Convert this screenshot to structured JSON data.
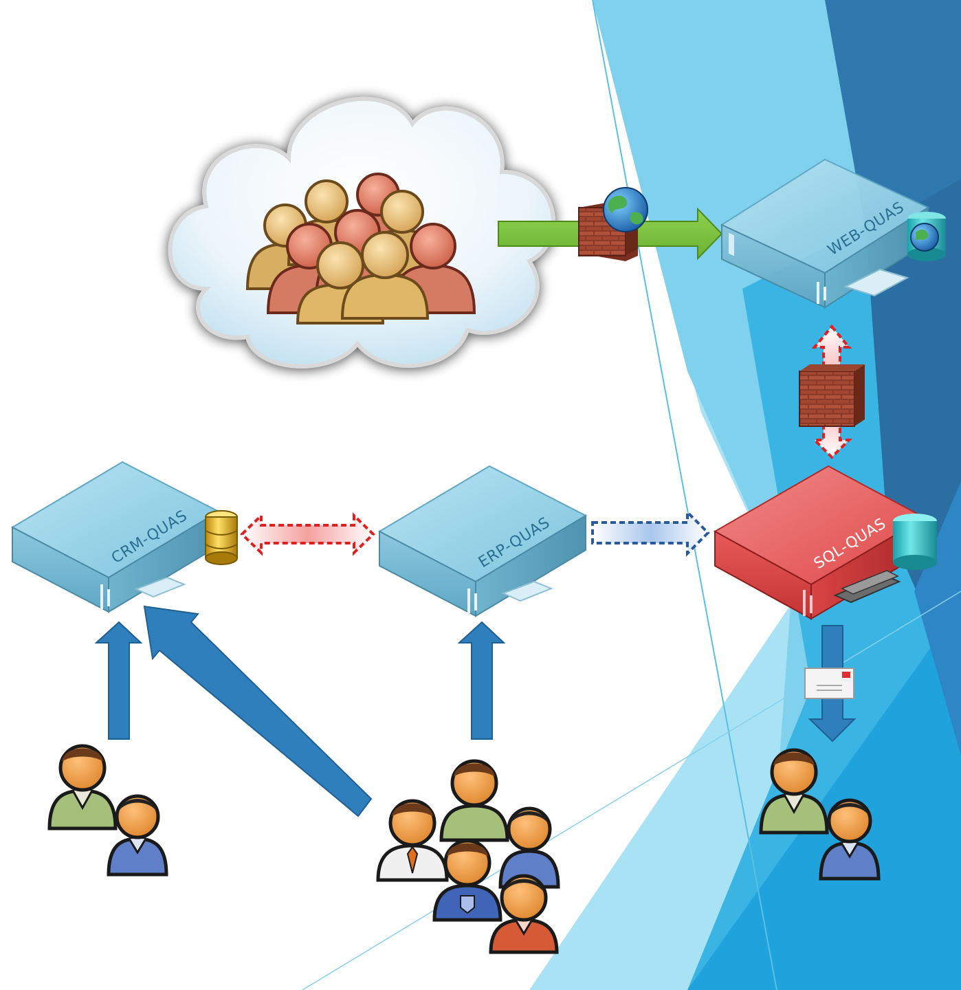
{
  "servers": {
    "web": {
      "label": "WEB-QUAS"
    },
    "crm": {
      "label": "CRM-QUAS"
    },
    "erp": {
      "label": "ERP-QUAS"
    },
    "sql": {
      "label": "SQL-QUAS"
    }
  },
  "colors": {
    "server_blue": "#8fd0e8",
    "server_red": "#e8474c",
    "arrow_blue": "#2f80bf",
    "arrow_green": "#7cc242",
    "arrow_red_dashed": "#e02020",
    "arrow_blue_dashed": "#2a5a9a",
    "user_tan": "#e5c07a",
    "user_salmon": "#e07a63",
    "bg_light_blue": "#7fd3ee",
    "bg_mid_blue": "#29a8dd",
    "bg_dark_blue": "#2b6fa2"
  },
  "icons": [
    "cloud-icon",
    "internet-users-icon",
    "firewall-icon",
    "globe-icon",
    "database-icon",
    "email-icon",
    "user-group-icon"
  ]
}
